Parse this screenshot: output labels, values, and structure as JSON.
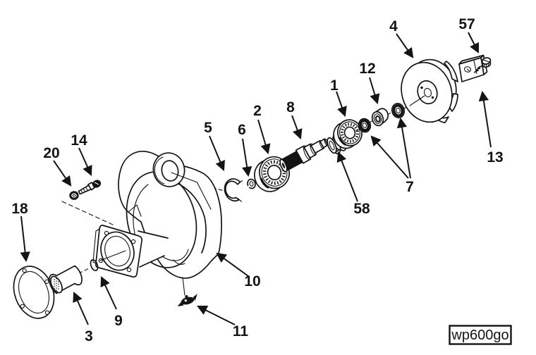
{
  "diagram": {
    "figure_code": "wp600go",
    "ink_color": "#141414",
    "background_color": "#ffffff"
  },
  "callouts": {
    "c1": "1",
    "c2": "2",
    "c3": "3",
    "c4": "4",
    "c5": "5",
    "c6": "6",
    "c7": "7",
    "c8": "8",
    "c9": "9",
    "c10": "10",
    "c11": "11",
    "c12": "12",
    "c13": "13",
    "c14": "14",
    "c18": "18",
    "c20": "20",
    "c57": "57",
    "c58": "58"
  }
}
